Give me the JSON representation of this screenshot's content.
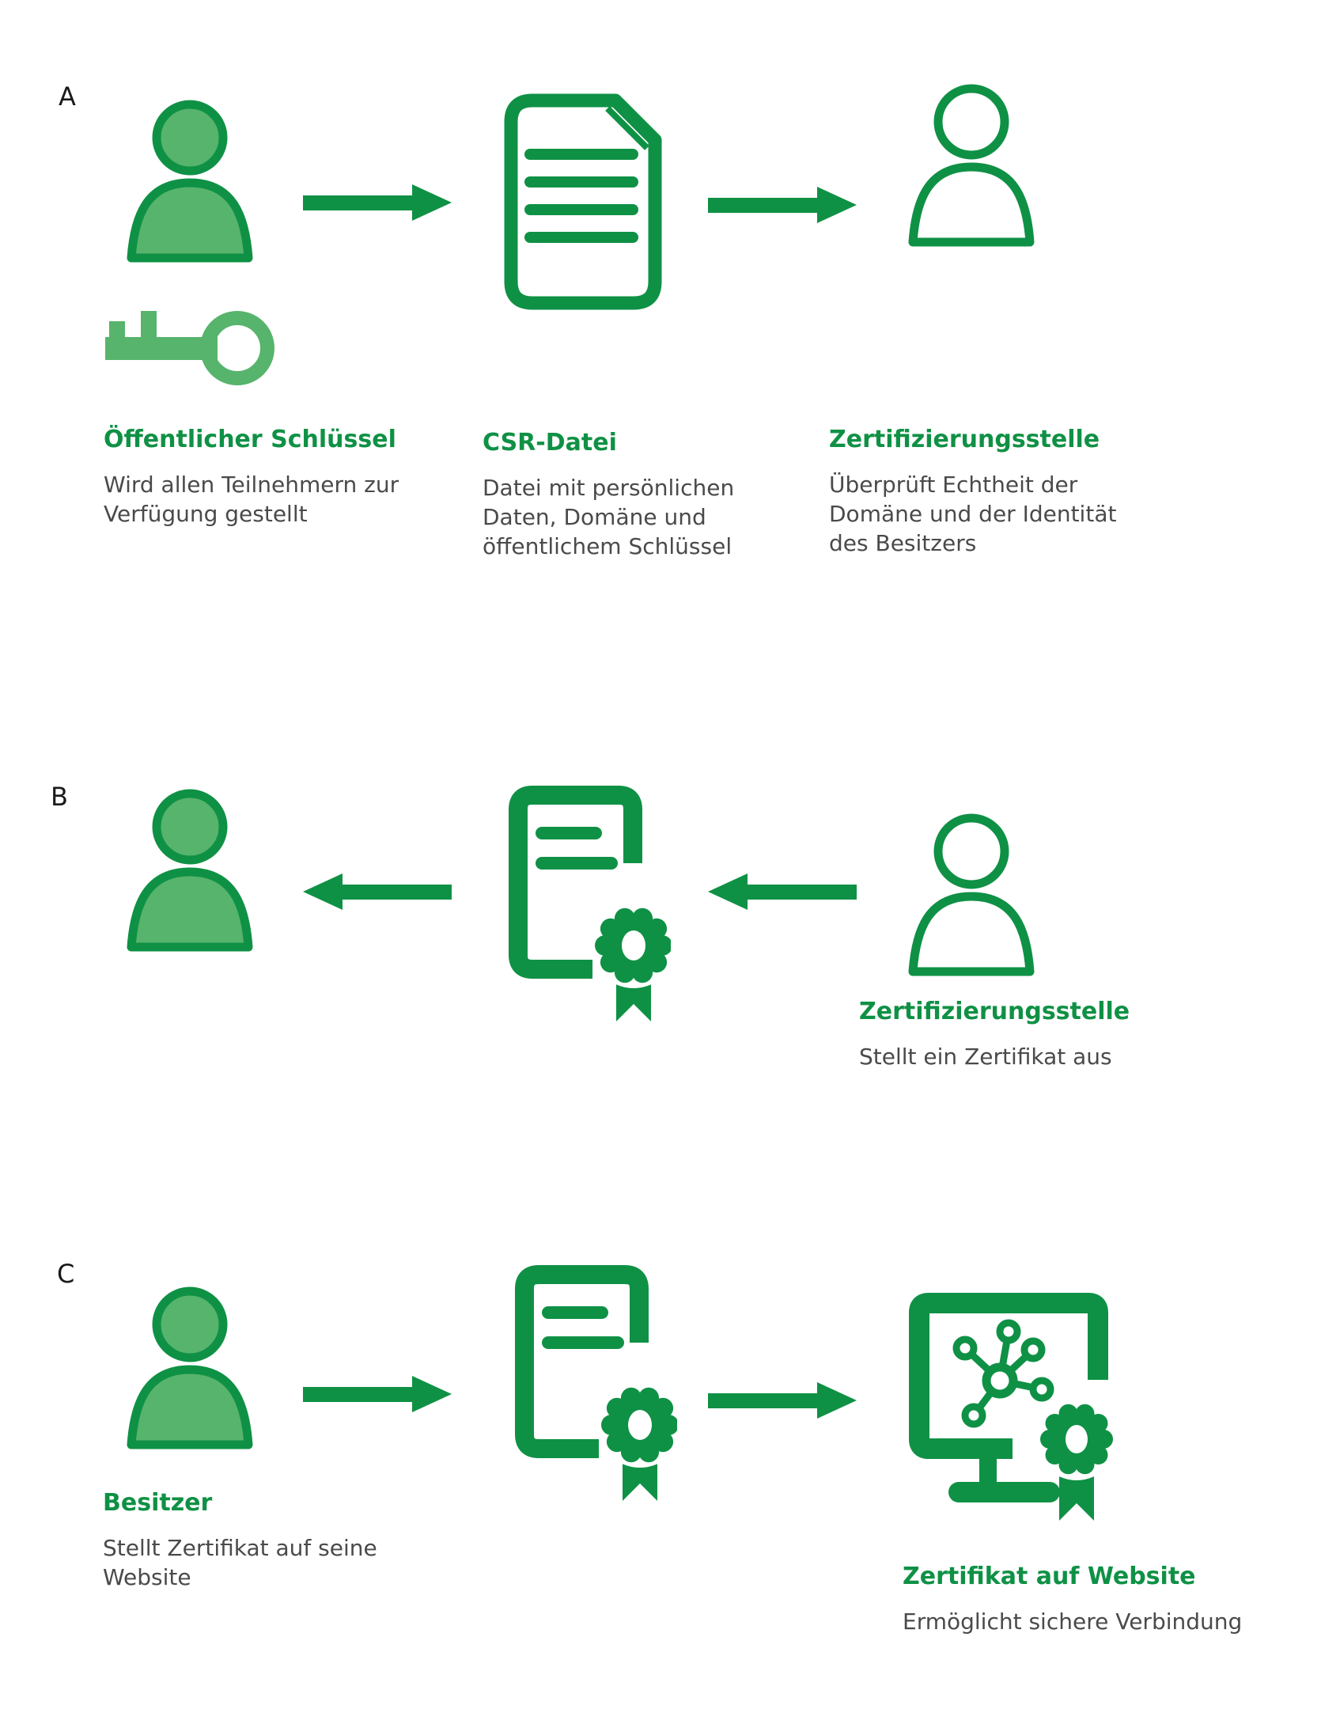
{
  "colors": {
    "green_dark": "#0F9145",
    "green_light": "#57B46C",
    "text_gray": "#4A4A4A",
    "section_letter_black": "#1A1A1A"
  },
  "icons": [
    "user-icon",
    "key-icon",
    "csr-document-icon",
    "user-outline-icon",
    "certificate-icon",
    "website-monitor-icon",
    "arrow-right-icon",
    "arrow-left-icon"
  ],
  "rows": {
    "a": {
      "letter": "A",
      "cols": {
        "key": {
          "heading": "Öffentlicher Schlüssel",
          "body": "Wird allen Teilnehmern zur Verfügung gestellt"
        },
        "csr": {
          "heading": "CSR-Datei",
          "body": "Datei mit persönlichen Daten, Domäne und öffentlichem Schlüssel"
        },
        "ca": {
          "heading": "Zertifizierungsstelle",
          "body": "Überprüft Echtheit der Domäne und der Identität des Besitzers"
        }
      }
    },
    "b": {
      "letter": "B",
      "ca": {
        "heading": "Zertifizierungsstelle",
        "body": "Stellt ein Zertifikat aus"
      }
    },
    "c": {
      "letter": "C",
      "owner": {
        "heading": "Besitzer",
        "body": "Stellt Zertifikat auf seine Website"
      },
      "website": {
        "heading": "Zertifikat auf Website",
        "body": "Ermöglicht sichere Verbindung"
      }
    }
  }
}
